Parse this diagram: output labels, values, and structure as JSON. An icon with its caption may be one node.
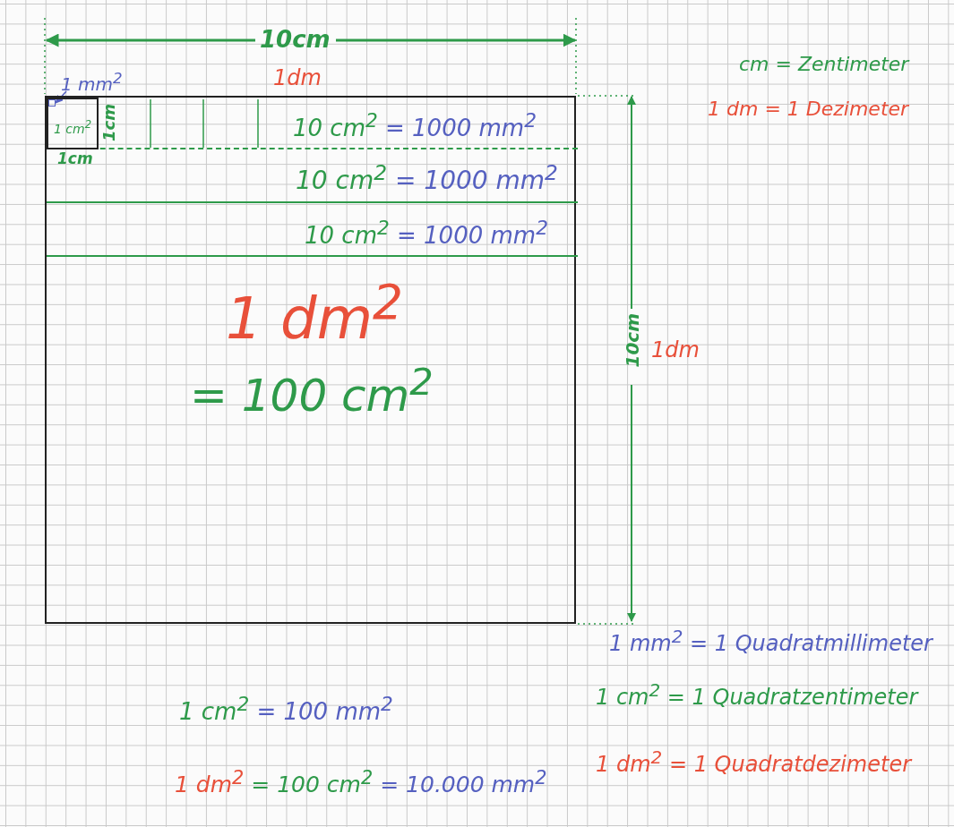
{
  "diagram": {
    "nodes": [
      {
        "text": [
          "1 mm$^{2}$"
        ]
      },
      {
        "text": [
          "1 dm$^{2}$",
          "= 100 cm$^{2}$"
        ]
      },
      {
        "text": [
          "10 cm$^{2}$ = 1000 mm$^{2}$"
        ],
        "in": 1
      },
      {
        "text": [
          "1 cm$^{2}$"
        ],
        "in": 2
      },
      {
        "text": [],
        "shape": "box",
        "in": 3
      },
      {
        "text": [
          "10 cm$^{2}$ = 1000 mm$^{2}$"
        ],
        "in": 1
      },
      {
        "text": [
          "10 cm$^{2}$ = 1000 mm$^{2}$"
        ],
        "in": 1
      }
    ],
    "edges": [
      {
        "from": 0,
        "to": 4,
        "arrow": "to"
      }
    ],
    "labels": [
      "10cm",
      "cm = Zentimeter",
      "1dm",
      "1 dm = 1 Dezimeter",
      "1cm",
      "1cm",
      "10cm",
      "1dm",
      "1 mm$^{2}$ = 1 Quadratmillimeter",
      "1 cm$^{2}$ = 1 Quadratzentimeter",
      "1 cm$^{2}$ = 100 mm$^{2}$",
      "1 dm$^{2}$ = 1 Quadratdezimeter",
      "1 dm$^{2}$ = 100 cm$^{2}$ = 10.000 mm$^{2}$"
    ]
  }
}
